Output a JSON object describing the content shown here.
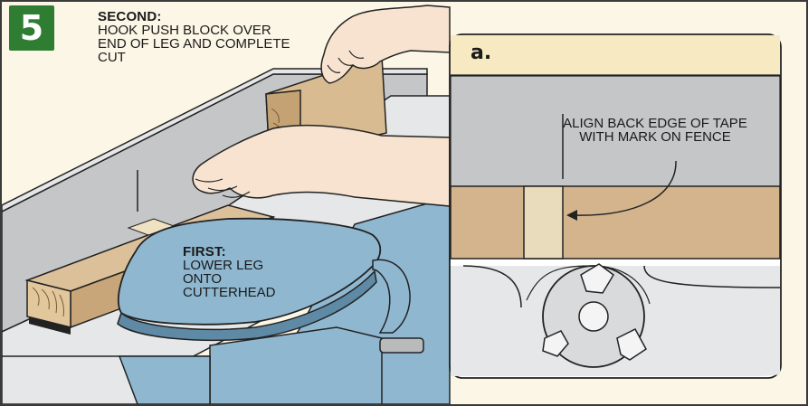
{
  "step": {
    "number": "5"
  },
  "callouts": {
    "second": {
      "heading": "SECOND:",
      "text": "HOOK PUSH BLOCK OVER END OF LEG AND COMPLETE CUT"
    },
    "first": {
      "heading": "FIRST:",
      "text": "LOWER LEG ONTO CUTTERHEAD"
    }
  },
  "detail": {
    "label": "a.",
    "note": "ALIGN BACK EDGE OF TAPE WITH MARK ON FENCE"
  },
  "colors": {
    "badge": "#2e7d32",
    "background": "#fcf6e6",
    "fence": "#c4c6c8",
    "jointer_blue": "#8fb8d0",
    "wood": "#d4b48c",
    "tape": "#e8dcbc",
    "skin": "#f7e3cf"
  }
}
